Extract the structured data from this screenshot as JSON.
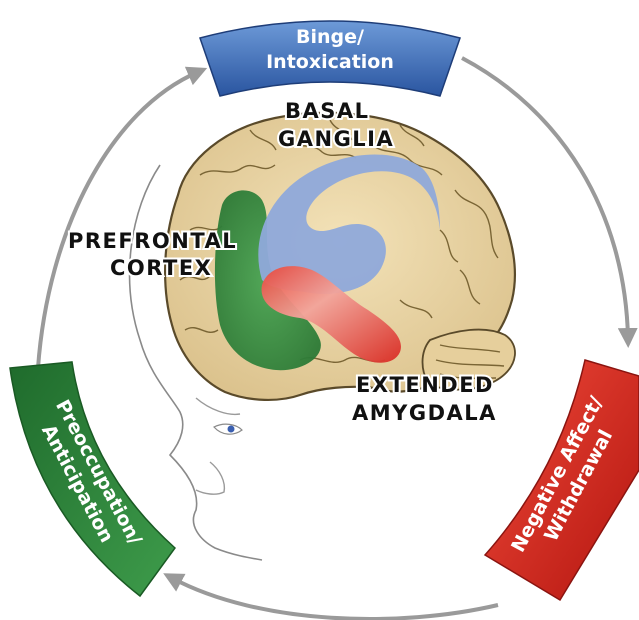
{
  "stages": {
    "binge_line1": "Binge/",
    "binge_line2": "Intoxication",
    "withdrawal_line1": "Negative Affect/",
    "withdrawal_line2": "Withdrawal",
    "preoccupation_line1": "Preoccupation/",
    "preoccupation_line2": "Anticipation"
  },
  "regions": {
    "basal_line1": "BASAL",
    "basal_line2": "GANGLIA",
    "prefrontal_line1": "PREFRONTAL",
    "prefrontal_line2": "CORTEX",
    "amygdala_line1": "EXTENDED",
    "amygdala_line2": "AMYGDALA"
  },
  "colors": {
    "binge": "#3f6fb8",
    "withdrawal": "#d8261e",
    "preoccupation": "#2f8a3c",
    "brain": "#ecd7a8",
    "basal_ganglia": "#8ea8d8",
    "prefrontal": "#3f9a4a",
    "amygdala": "#e0392f",
    "cycle_arrow": "#9a9a9a"
  }
}
